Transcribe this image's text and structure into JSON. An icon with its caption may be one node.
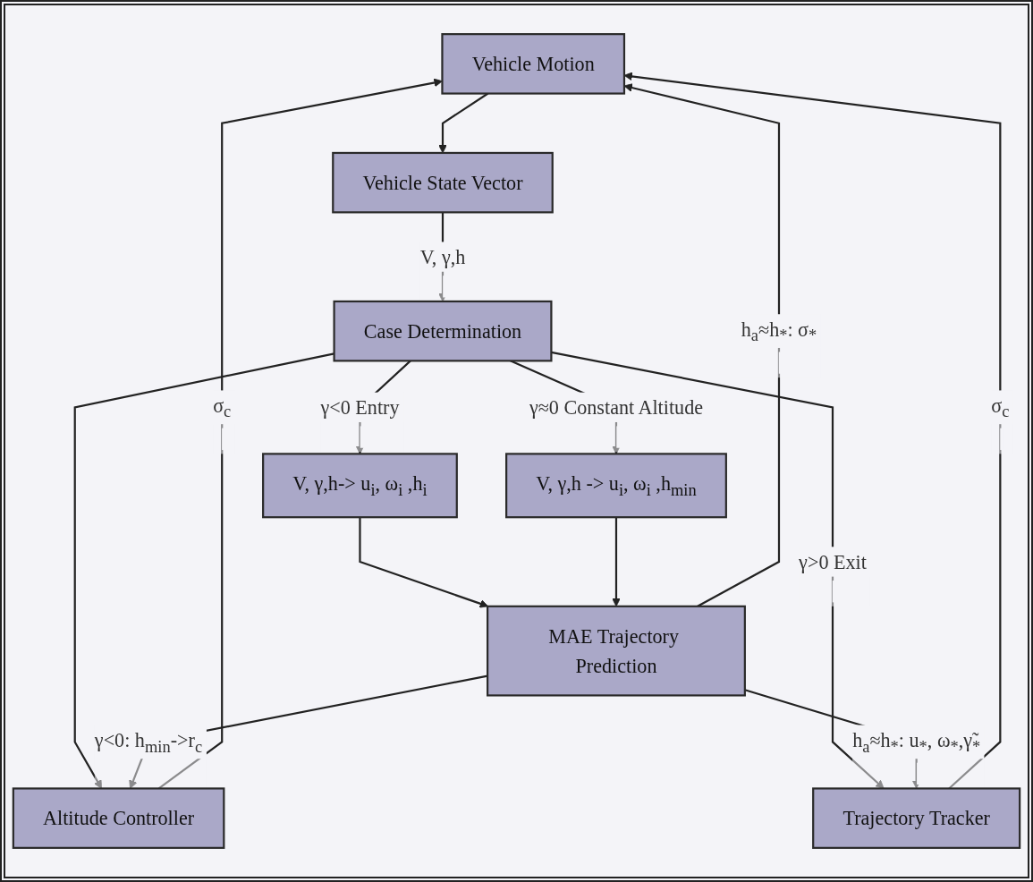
{
  "diagram": {
    "nodes": [
      {
        "text": [
          "Vehicle Motion"
        ]
      },
      {
        "text": [
          "Vehicle State Vector"
        ]
      },
      {
        "text": [
          "Case Determination"
        ]
      },
      {
        "text": [
          "V, γ,h-> u$_{i}$, ω$_{i}$ ,h$_{i}$"
        ]
      },
      {
        "text": [
          "V, γ,h -> u$_{i}$, ω$_{i}$ ,h$_{min}$"
        ]
      },
      {
        "text": [
          "Altitude Controller"
        ]
      },
      {
        "text": [
          "Trajectory Tracker"
        ]
      },
      {
        "text": [
          "MAE Trajectory Prediction"
        ]
      }
    ],
    "edges": [
      {
        "from": 0,
        "to": 1,
        "arrow": "to"
      },
      {
        "from": 1,
        "to": 2,
        "arrow": "to",
        "label": "V, γ,h"
      },
      {
        "from": 2,
        "to": 3,
        "arrow": "to",
        "label": "γ<0 Entry"
      },
      {
        "from": 2,
        "to": 4,
        "arrow": "to",
        "label": "γ≈0 Constant Altitude"
      },
      {
        "from": 2,
        "to": 5,
        "arrow": "to"
      },
      {
        "from": 2,
        "to": 6,
        "arrow": "to",
        "label": "γ>0 Exit"
      },
      {
        "from": 3,
        "to": 7,
        "arrow": "to"
      },
      {
        "from": 4,
        "to": 7,
        "arrow": "to"
      },
      {
        "from": 7,
        "to": 5,
        "arrow": "to",
        "label": "γ<0: h$_{min}$->r$_{c}$"
      },
      {
        "from": 7,
        "to": 6,
        "arrow": "to",
        "label": "h$_{a}$≈h$_{*}$: u$_{*}$, ω$_{*}$,γ̃$_{*}$"
      },
      {
        "from": 7,
        "to": 0,
        "arrow": "to",
        "label": "h$_{a}$≈h$_{*}$: σ$_{*}$"
      },
      {
        "from": 6,
        "to": 0,
        "arrow": "to",
        "label": "σ$_{c}$"
      },
      {
        "from": 5,
        "to": 0,
        "arrow": "to",
        "label": "σ$_{c}$"
      }
    ]
  }
}
